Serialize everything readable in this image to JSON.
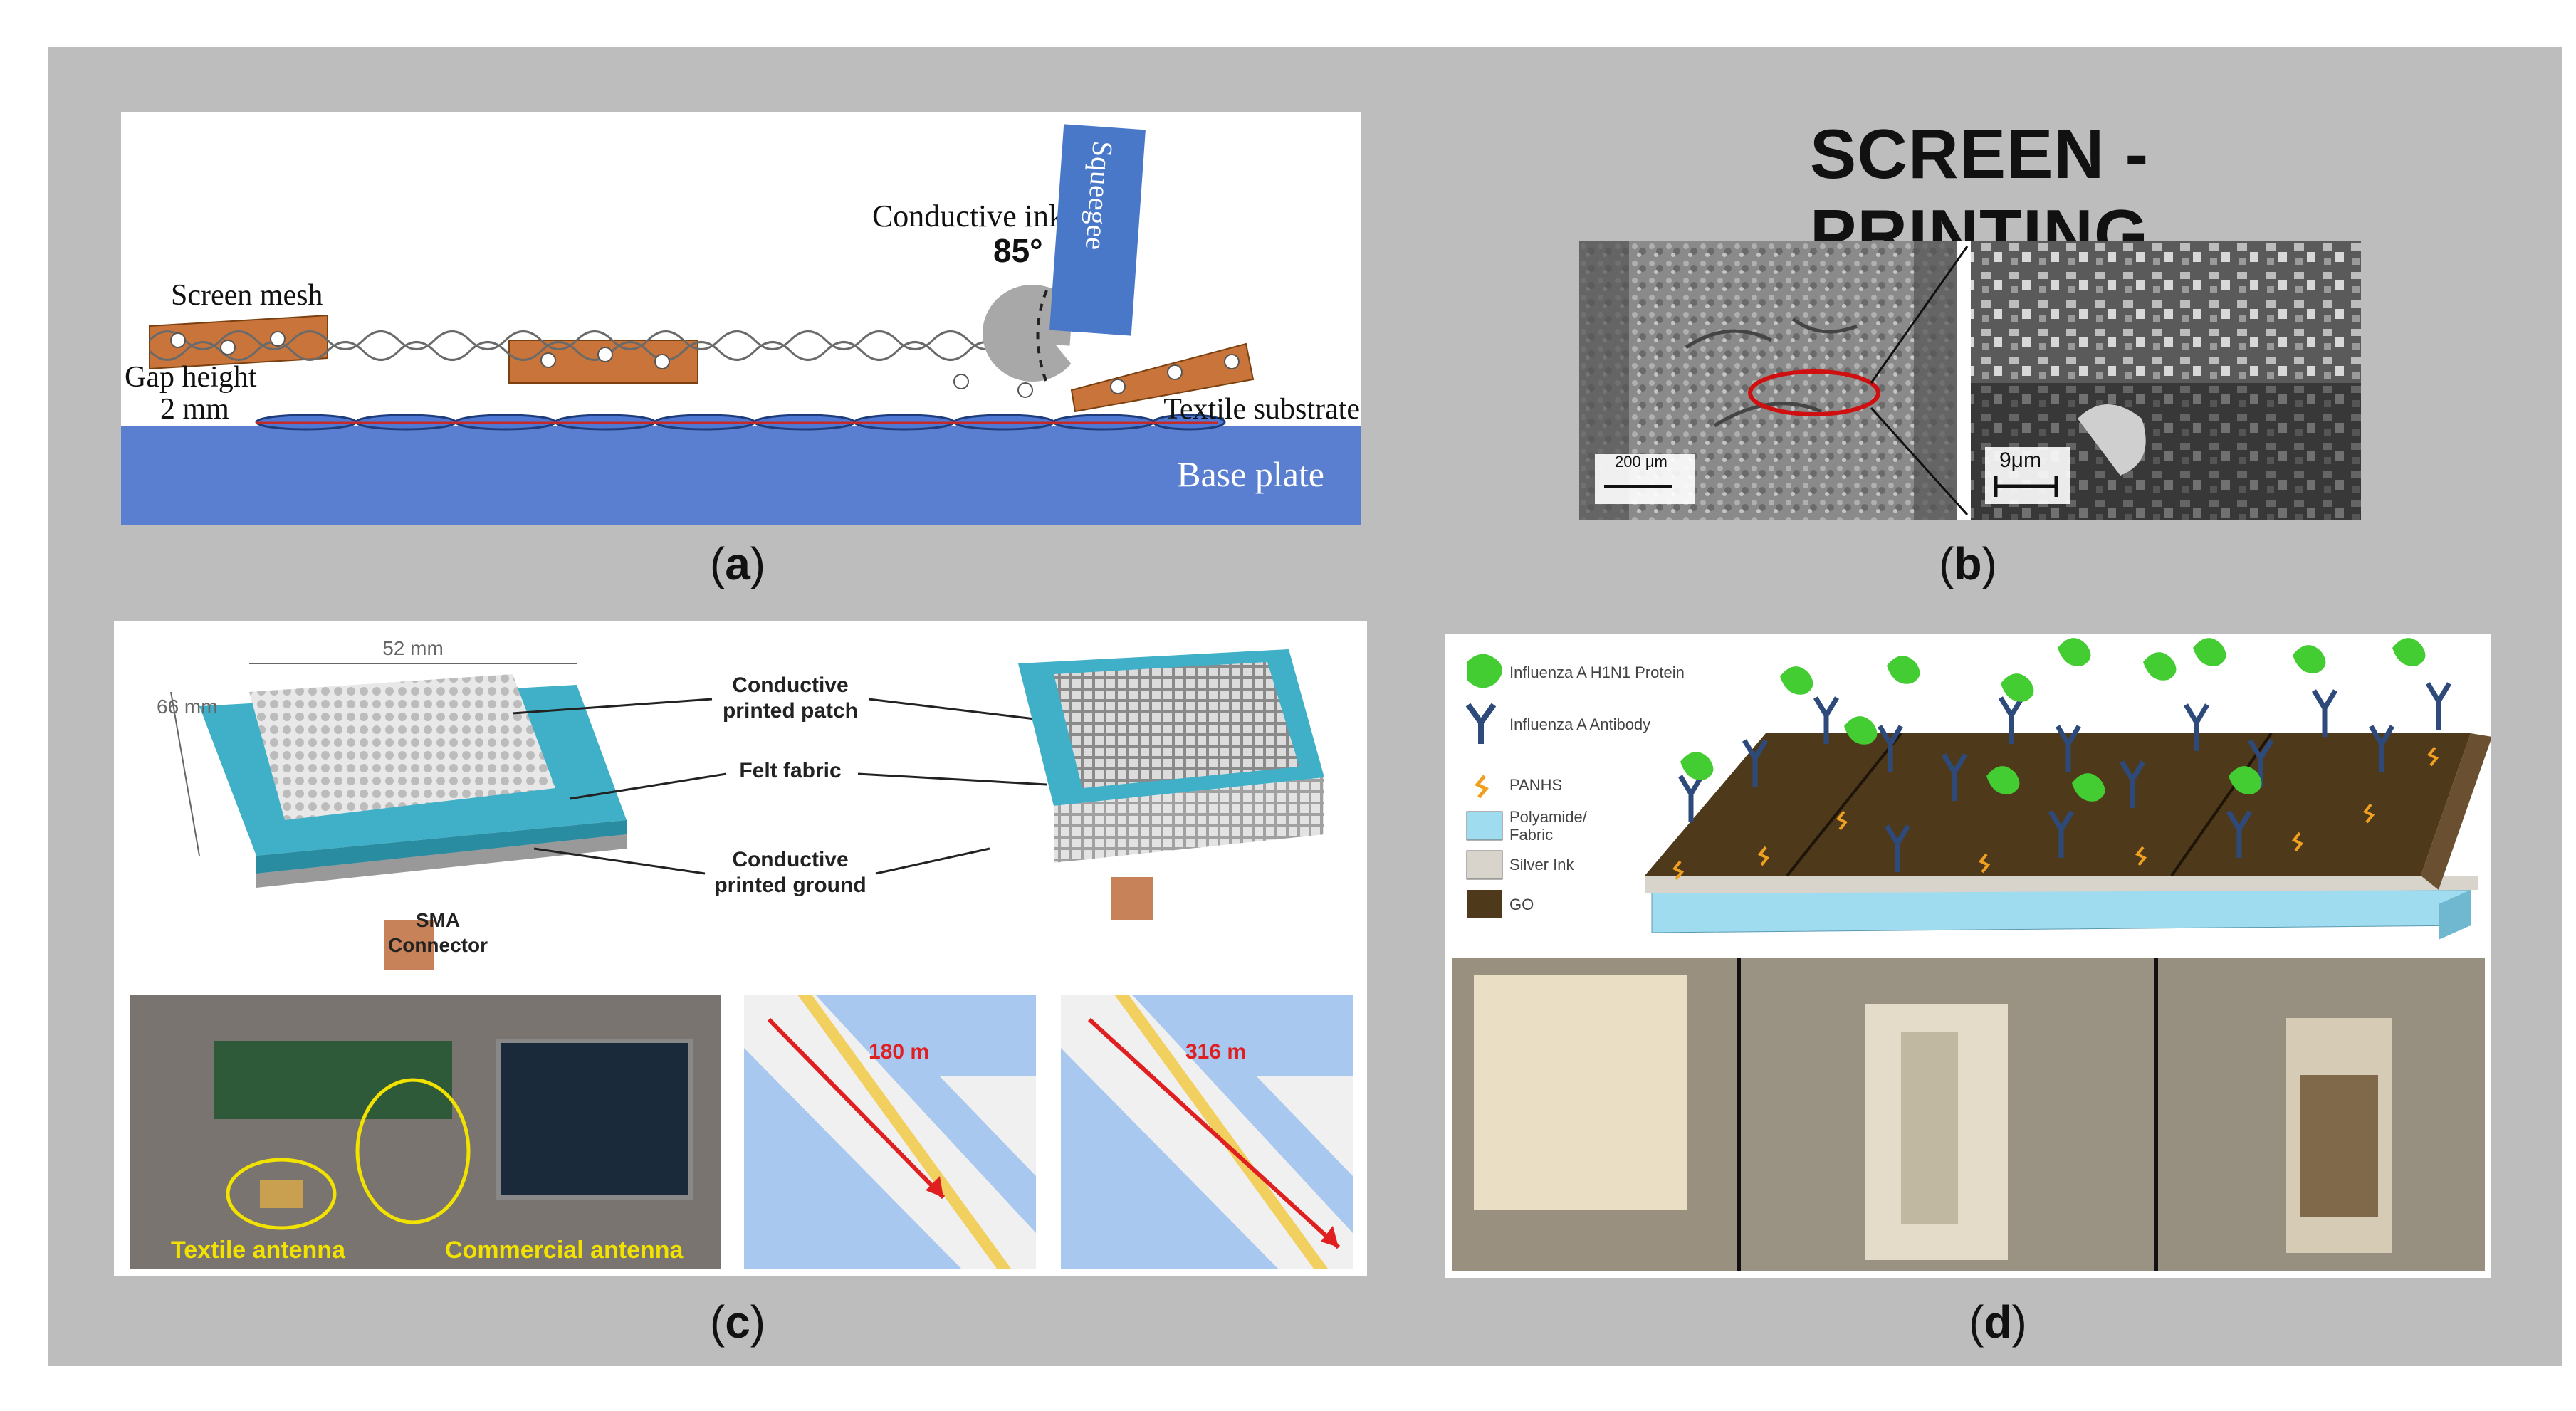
{
  "title": "SCREEN - PRINTING",
  "captions": {
    "a": "a",
    "b": "b",
    "c": "c",
    "d": "d"
  },
  "panel_a": {
    "conductive_ink": "Conductive ink",
    "angle": "85°",
    "squeegee": "Squeegee",
    "screen_mesh": "Screen mesh",
    "gap_height_line1": "Gap height",
    "gap_height_line2": "2 mm",
    "textile_substrate": "Textile substrate",
    "base_plate": "Base plate"
  },
  "panel_b": {
    "scale_left": "200 μm",
    "scale_right": "9μm"
  },
  "panel_c": {
    "width_label": "52 mm",
    "height_label": "66 mm",
    "patch_line1": "Conductive",
    "patch_line2": "printed patch",
    "felt": "Felt fabric",
    "ground_line1": "Conductive",
    "ground_line2": "printed ground",
    "sma_line1": "SMA",
    "sma_line2": "Connector",
    "textile_antenna": "Textile antenna",
    "commercial_antenna": "Commercial antenna",
    "map1_distance": "180 m",
    "map2_distance": "316 m"
  },
  "panel_d": {
    "legend": [
      "Influenza A H1N1 Protein",
      "Influenza A Antibody",
      "PANHS",
      "Polyamide/ Fabric",
      "Silver Ink",
      "GO"
    ],
    "legend_polyamide_line1": "Polyamide/",
    "legend_polyamide_line2": "Fabric"
  },
  "colors": {
    "background": "#bdbdbd",
    "base_plate": "#5b7fd0",
    "squeegee": "#4a78c8",
    "mesh_brown": "#c8743a",
    "felt_teal": "#3fb0c8",
    "go_brown": "#4e3a1a",
    "polyamide_blue": "#9fdcf0",
    "antibody_blue": "#2d4a7a",
    "protein_green": "#44cc33",
    "panhs_orange": "#f0a020",
    "map_blue": "#a9c8f0",
    "arrow_red": "#e02020"
  }
}
